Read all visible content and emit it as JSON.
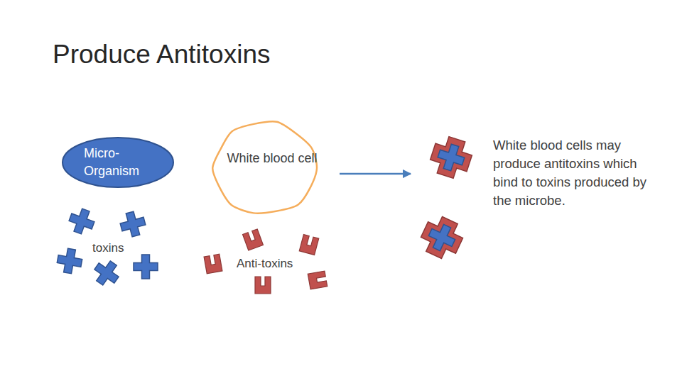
{
  "diagram": {
    "title": "Produce Antitoxins",
    "nodes": [
      {
        "text": [
          "Micro- Organism"
        ]
      },
      {
        "text": [
          "White blood cell"
        ]
      }
    ],
    "labels": [
      "toxins",
      "Anti-toxins",
      "White blood cells may produce antitoxins which bind to toxins produced by the microbe."
    ]
  }
}
